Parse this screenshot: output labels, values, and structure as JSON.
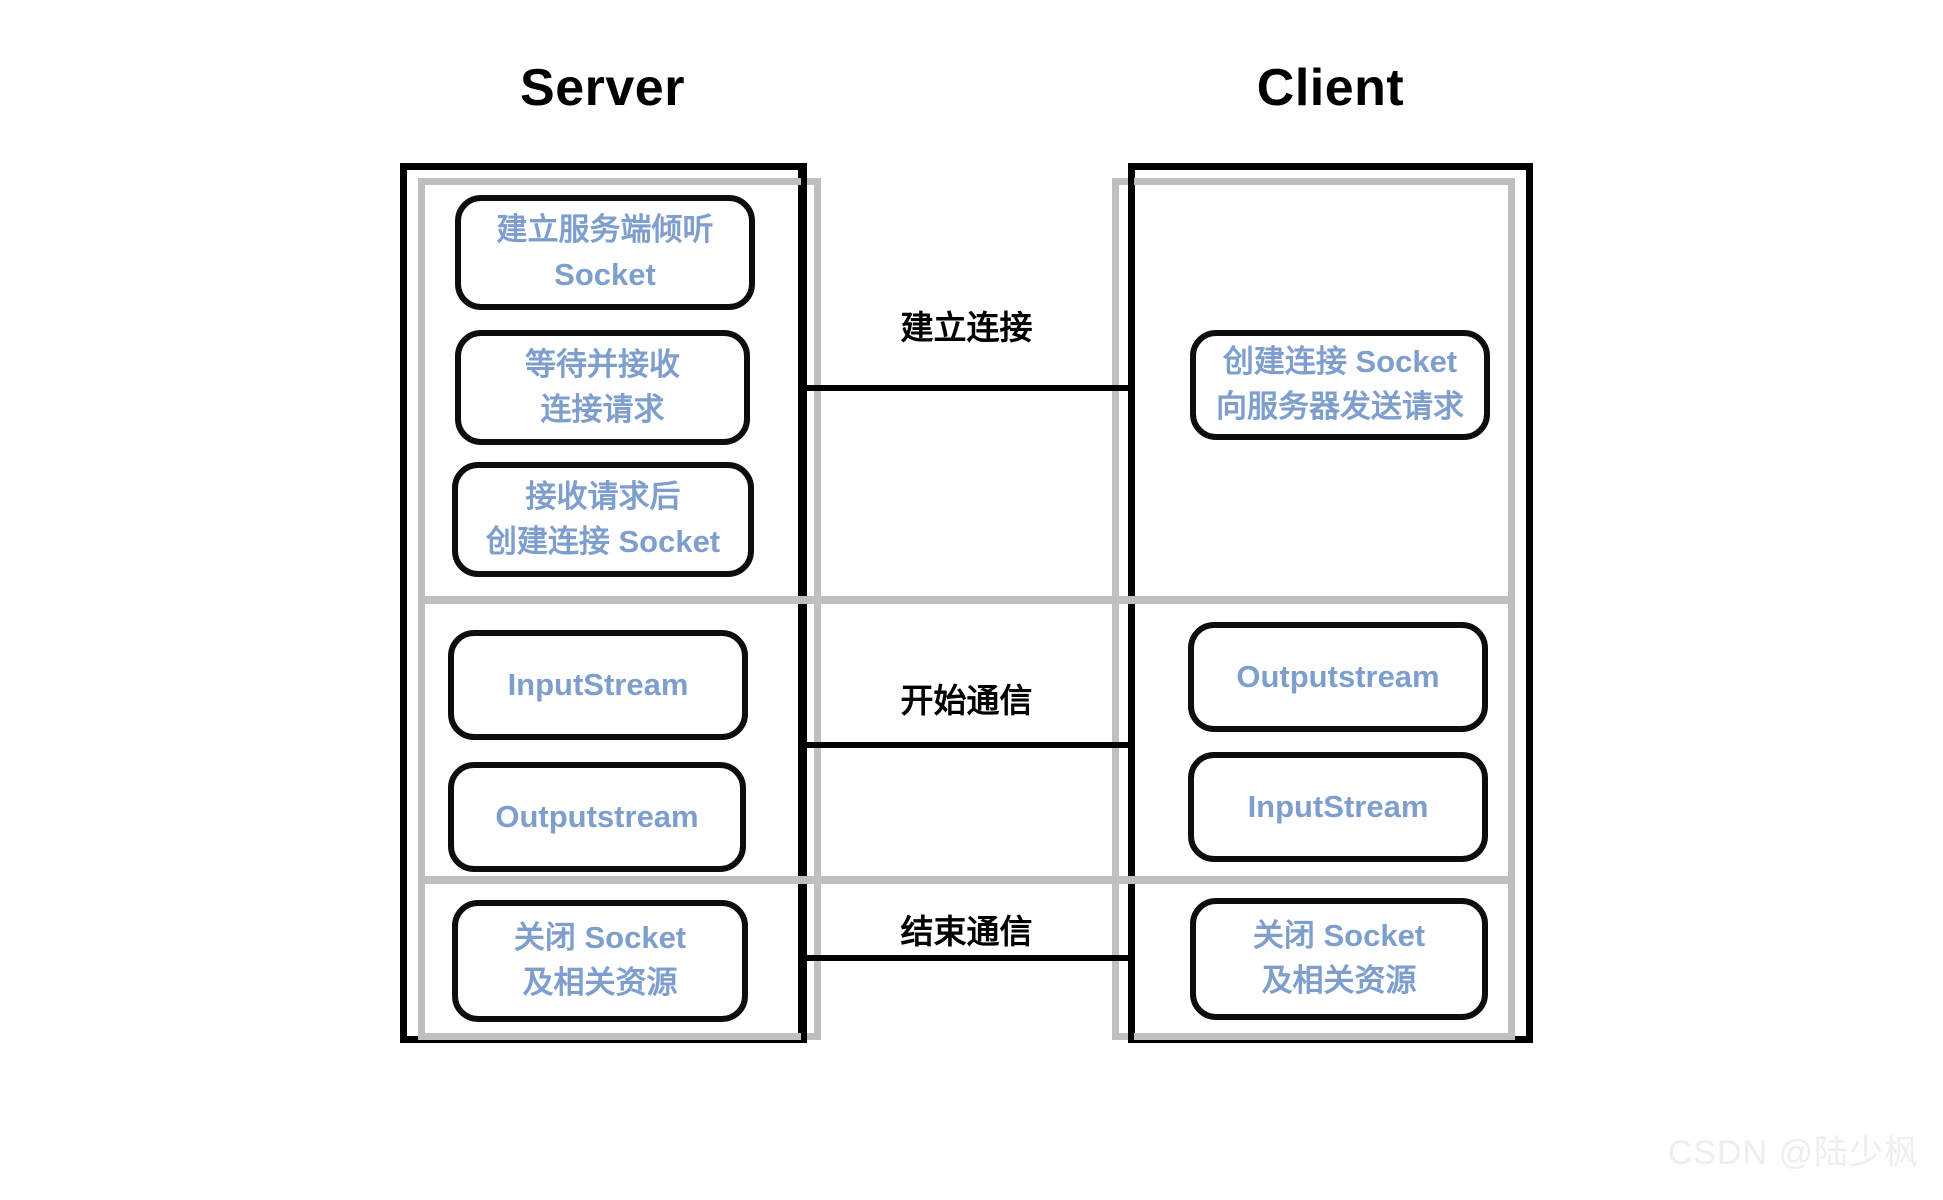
{
  "diagram": {
    "title_server": "Server",
    "title_client": "Client",
    "colors": {
      "node_text": "#7e9fcd",
      "outline": "#0d0d0d",
      "inner_frame": "#bfbfbf",
      "label_text": "#000000",
      "watermark": "#eceef0"
    },
    "sections": [
      {
        "key": "connect",
        "label": "建立连接"
      },
      {
        "key": "communicate",
        "label": "开始通信"
      },
      {
        "key": "close",
        "label": "结束通信"
      }
    ],
    "server_nodes": [
      {
        "id": "s1",
        "lines": [
          "建立服务端倾听",
          "Socket"
        ]
      },
      {
        "id": "s2",
        "lines": [
          "等待并接收",
          "连接请求"
        ]
      },
      {
        "id": "s3",
        "lines": [
          "接收请求后",
          "创建连接 Socket"
        ]
      },
      {
        "id": "s4",
        "lines": [
          "InputStream"
        ]
      },
      {
        "id": "s5",
        "lines": [
          "Outputstream"
        ]
      },
      {
        "id": "s6",
        "lines": [
          "关闭 Socket",
          "及相关资源"
        ]
      }
    ],
    "client_nodes": [
      {
        "id": "c1",
        "lines": [
          "创建连接 Socket",
          "向服务器发送请求"
        ]
      },
      {
        "id": "c2",
        "lines": [
          "Outputstream"
        ]
      },
      {
        "id": "c3",
        "lines": [
          "InputStream"
        ]
      },
      {
        "id": "c4",
        "lines": [
          "关闭 Socket",
          "及相关资源"
        ]
      }
    ],
    "watermark": "CSDN @陆少枫"
  }
}
